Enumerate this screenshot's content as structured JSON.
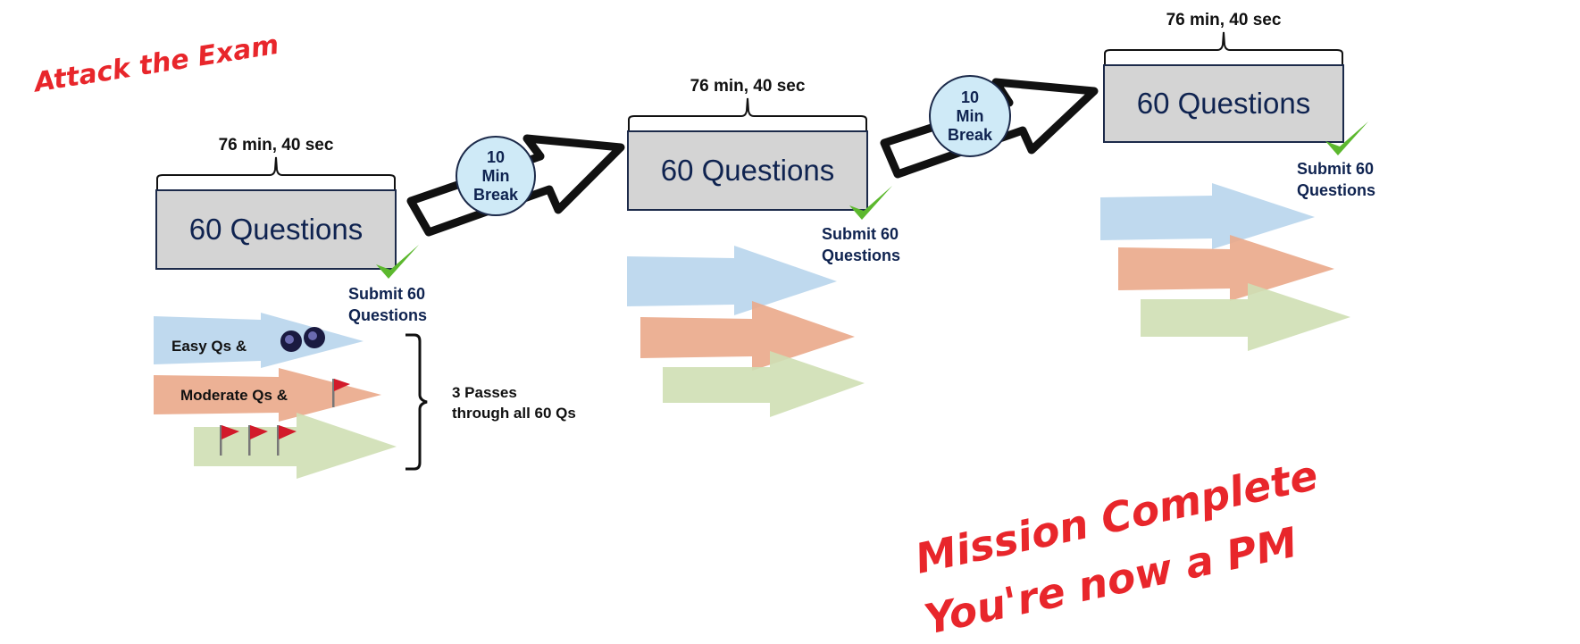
{
  "title": "Attack the Exam",
  "sections": [
    {
      "time": "76 min, 40 sec",
      "box": "60 Questions",
      "submit_line1": "Submit 60",
      "submit_line2": "Questions"
    },
    {
      "time": "76 min, 40 sec",
      "box": "60 Questions",
      "submit_line1": "Submit 60",
      "submit_line2": "Questions"
    },
    {
      "time": "76 min, 40 sec",
      "box": "60 Questions",
      "submit_line1": "Submit 60",
      "submit_line2": "Questions"
    }
  ],
  "breaks": [
    {
      "line1": "10",
      "line2": "Min",
      "line3": "Break"
    },
    {
      "line1": "10",
      "line2": "Min",
      "line3": "Break"
    }
  ],
  "passes": {
    "easy": "Easy Qs &",
    "moderate": "Moderate Qs &",
    "summary_line1": "3 Passes",
    "summary_line2": "through all 60 Qs"
  },
  "mission": {
    "line1": "Mission Complete",
    "line2": "You're now a PM"
  },
  "colors": {
    "box_fill": "#d4d4d4",
    "box_border": "#1c2a4a",
    "text_navy": "#0f2350",
    "break_fill": "#cfeaf7",
    "check": "#5cb82e",
    "hand_red": "#e8262b",
    "arrow_blue": "#b8d5ec",
    "arrow_orange": "#eaa98a",
    "arrow_green": "#cfdfb4"
  }
}
